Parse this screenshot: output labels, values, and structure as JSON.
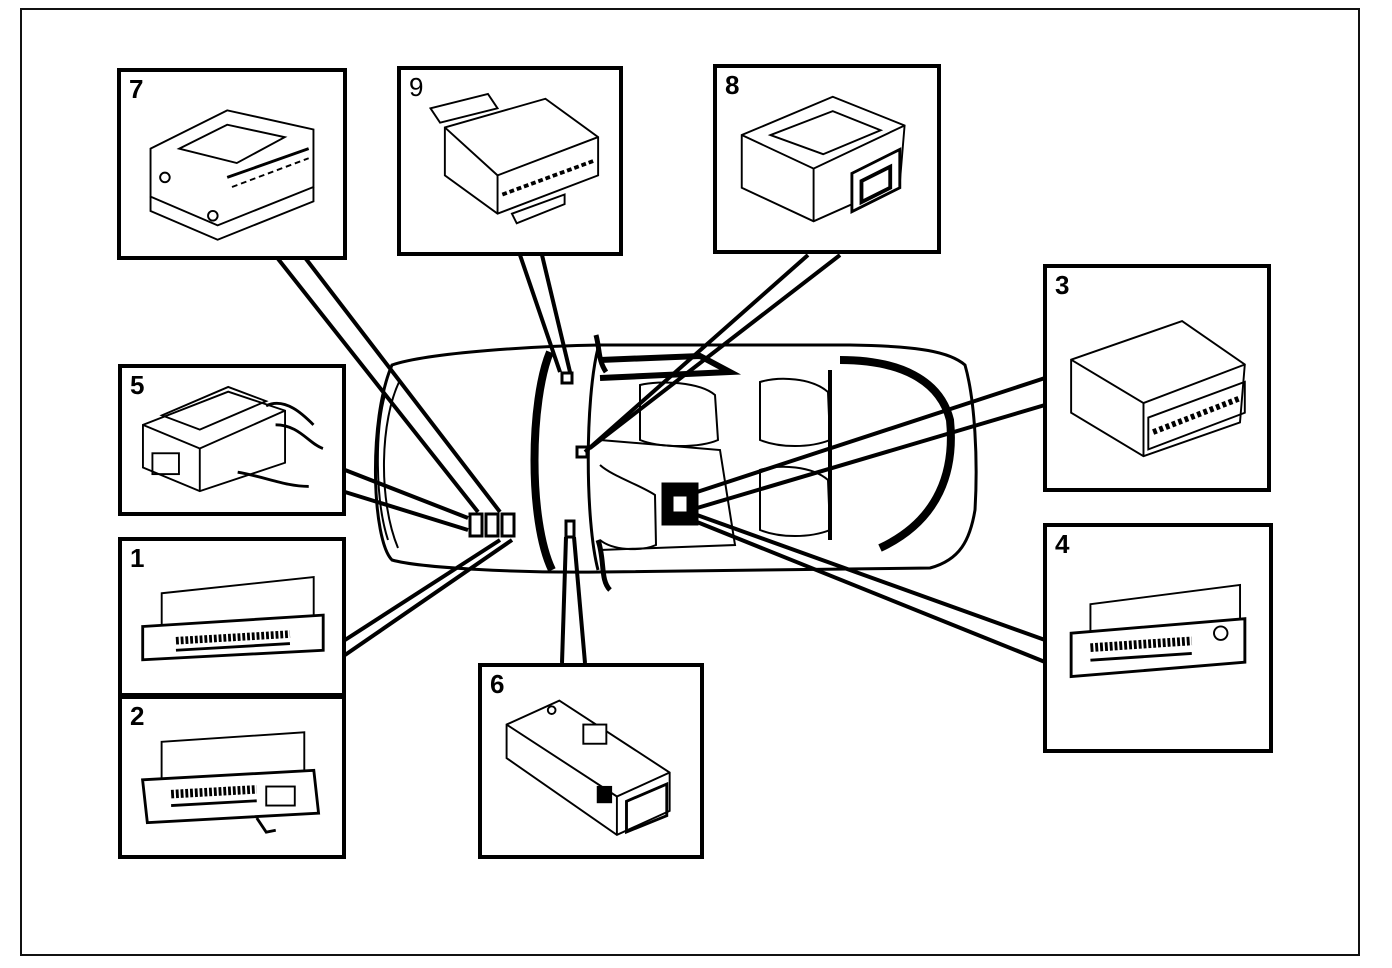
{
  "panels": [
    {
      "id": "7",
      "label": "7",
      "component": "control-module-flat-bracket"
    },
    {
      "id": "9",
      "label": "9",
      "component": "control-module-mounting-bracket"
    },
    {
      "id": "8",
      "label": "8",
      "component": "control-module-box-connector"
    },
    {
      "id": "3",
      "label": "3",
      "component": "control-module-side-connector"
    },
    {
      "id": "5",
      "label": "5",
      "component": "control-module-with-harness"
    },
    {
      "id": "1",
      "label": "1",
      "component": "control-unit-multipin"
    },
    {
      "id": "2",
      "label": "2",
      "component": "control-unit-multipin"
    },
    {
      "id": "6",
      "label": "6",
      "component": "slim-module-with-plug"
    },
    {
      "id": "4",
      "label": "4",
      "component": "control-unit-front-connector"
    }
  ],
  "colors": {
    "ink": "#000000",
    "background": "#ffffff"
  }
}
